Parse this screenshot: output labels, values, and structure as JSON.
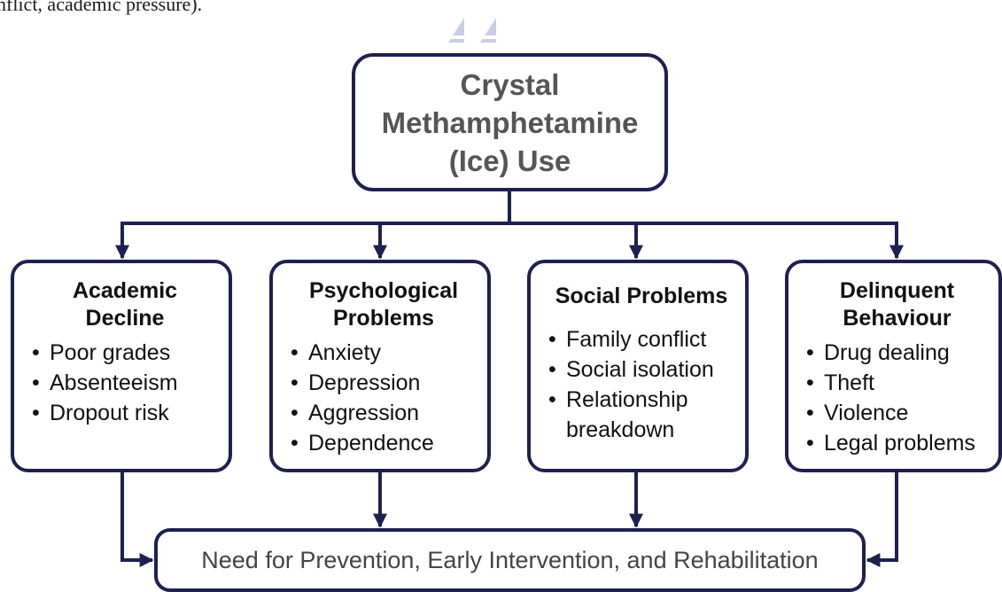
{
  "fragment_text": "nflict, academic pressure).",
  "colors": {
    "border": "#1c2152",
    "arrow": "#1c2152",
    "title_text": "#555555",
    "body_text": "#111111",
    "logo": "#c9cde6"
  },
  "central": {
    "title": "Crystal\nMethamphetamine\n(Ice) Use"
  },
  "categories": [
    {
      "title": "Academic\nDecline",
      "items": [
        "Poor grades",
        "Absenteeism",
        "Dropout risk"
      ]
    },
    {
      "title": "Psychological\nProblems",
      "items": [
        "Anxiety",
        "Depression",
        "Aggression",
        "Dependence"
      ]
    },
    {
      "title": "Social Problems",
      "items": [
        "Family conflict",
        "Social isolation",
        "Relationship\nbreakdown"
      ]
    },
    {
      "title": "Delinquent\nBehaviour",
      "items": [
        "Drug dealing",
        "Theft",
        "Violence",
        "Legal problems"
      ]
    }
  ],
  "outcome": {
    "label": "Need for Prevention, Early Intervention, and Rehabilitation"
  }
}
